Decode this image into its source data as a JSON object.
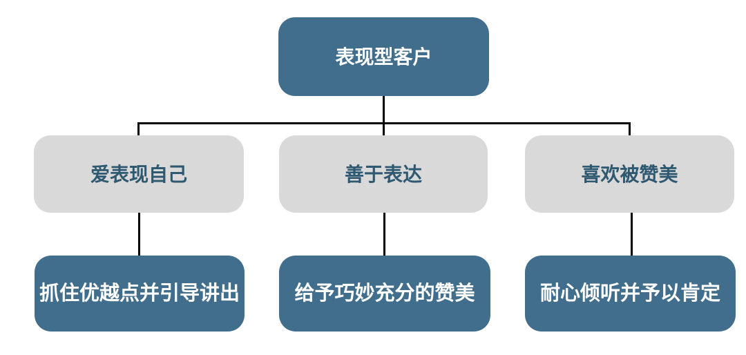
{
  "diagram": {
    "title_node": {
      "label": "表现型客户"
    },
    "branches": [
      {
        "trait": "爱表现自己",
        "strategy": "抓住优越点并引导讲出"
      },
      {
        "trait": "善于表达",
        "strategy": "给予巧妙充分的赞美"
      },
      {
        "trait": "喜欢被赞美",
        "strategy": "耐心倾听并予以肯定"
      }
    ],
    "colors": {
      "primary_box": "#406E8C",
      "secondary_box": "#D9D9D9",
      "text_on_primary": "#FFFFFF",
      "text_on_secondary": "#2F5871",
      "connector": "#000000",
      "background": "#FFFFFF"
    }
  }
}
